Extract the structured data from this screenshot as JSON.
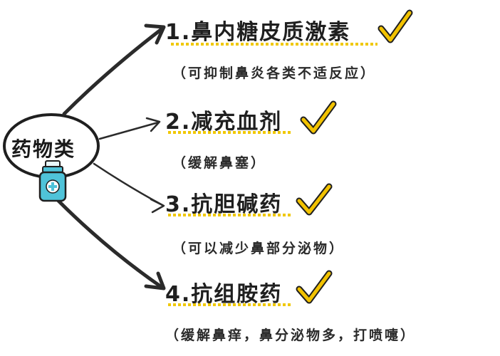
{
  "center": {
    "label": "药物类"
  },
  "items": [
    {
      "title": "1.鼻内糖皮质激素",
      "note": "（可抑制鼻炎各类不适反应）"
    },
    {
      "title": "2.减充血剂",
      "note": "（缓解鼻塞）"
    },
    {
      "title": "3.抗胆碱药",
      "note": "（可以减少鼻部分泌物）"
    },
    {
      "title": "4.抗组胺药",
      "note": "（缓解鼻痒，鼻分泌物多，打喷嚏）"
    }
  ],
  "colors": {
    "ink": "#1f1f1f",
    "check": "#f2c200",
    "underline": "#f0c800",
    "bottle": "#4fc3d9"
  },
  "icons": {
    "check": "checkmark-icon",
    "bottle": "medicine-bottle-icon"
  }
}
